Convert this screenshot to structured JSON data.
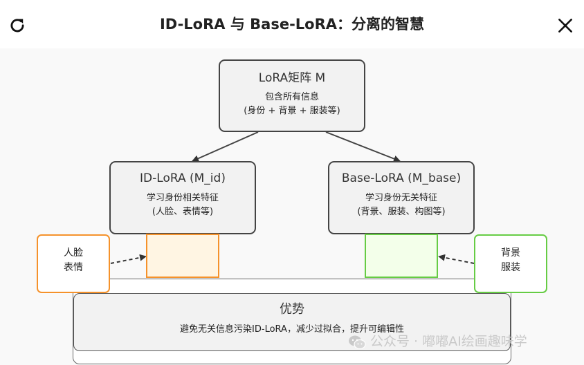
{
  "header": {
    "title": "ID-LoRA 与 Base-LoRA：分离的智慧",
    "refresh_icon": "refresh-icon",
    "close_icon": "close-icon"
  },
  "diagram": {
    "root": {
      "title": "LoRA矩阵 M",
      "line1": "包含所有信息",
      "line2": "(身份 + 背景 + 服装等)"
    },
    "id_lora": {
      "title": "ID-LoRA (M_id)",
      "line1": "学习身份相关特征",
      "line2": "(人脸、表情等)"
    },
    "base_lora": {
      "title": "Base-LoRA (M_base)",
      "line1": "学习身份无关特征",
      "line2": "(背景、服装、构图等)"
    },
    "id_features": {
      "line1": "人脸",
      "line2": "表情"
    },
    "base_features": {
      "line1": "背景",
      "line2": "服装"
    },
    "advantage": {
      "title": "优势",
      "text": "避免无关信息污染ID-LoRA，减少过拟合，提升可编辑性"
    },
    "colors": {
      "node_fill": "#f2f2f2",
      "node_border": "#444444",
      "id_accent": "#f5922b",
      "id_fill": "#fff5e3",
      "base_accent": "#66cc44",
      "base_fill": "#f3ffea"
    }
  },
  "watermark": {
    "text": "公众号 · 嘟嘟AI绘画趣味学",
    "icon": "wechat-icon"
  }
}
